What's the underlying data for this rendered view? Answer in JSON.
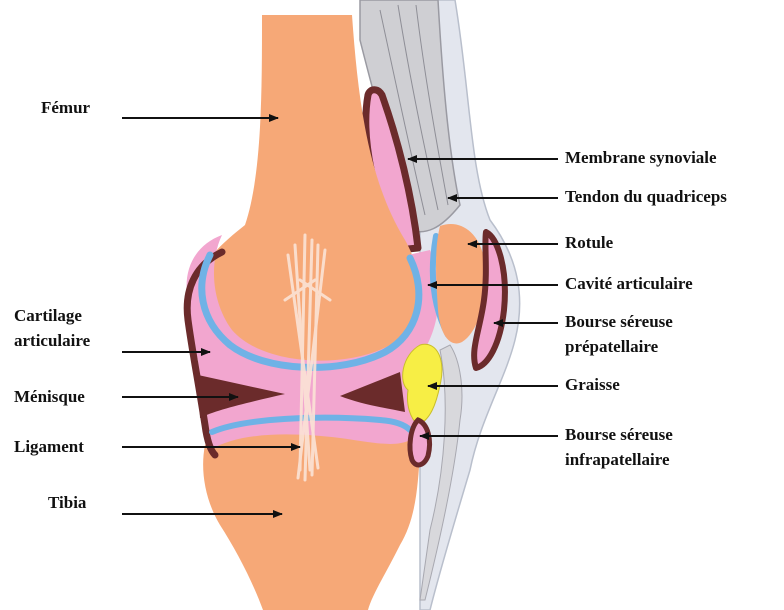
{
  "colors": {
    "bone": "#F6A877",
    "pink": "#F2A6CF",
    "cartilage": "#6FB2E6",
    "brown": "#6B2B2B",
    "fat": "#F7EE45",
    "tendon": "#CFCFD3",
    "skin": "#E3E6EE",
    "ligament": "#FBE3D6",
    "arrow": "#111111"
  },
  "labels": {
    "femur": "Fémur",
    "cartilage_line1": "Cartilage",
    "cartilage_line2": "articulaire",
    "menisque": "Ménisque",
    "ligament": "Ligament",
    "tibia": "Tibia",
    "membrane": "Membrane synoviale",
    "tendon": "Tendon du quadriceps",
    "rotule": "Rotule",
    "cavite": "Cavité articulaire",
    "bourse_pre_line1": "Bourse séreuse",
    "bourse_pre_line2": "prépatellaire",
    "graisse": "Graisse",
    "bourse_infra_line1": "Bourse séreuse",
    "bourse_infra_line2": "infrapatellaire"
  }
}
